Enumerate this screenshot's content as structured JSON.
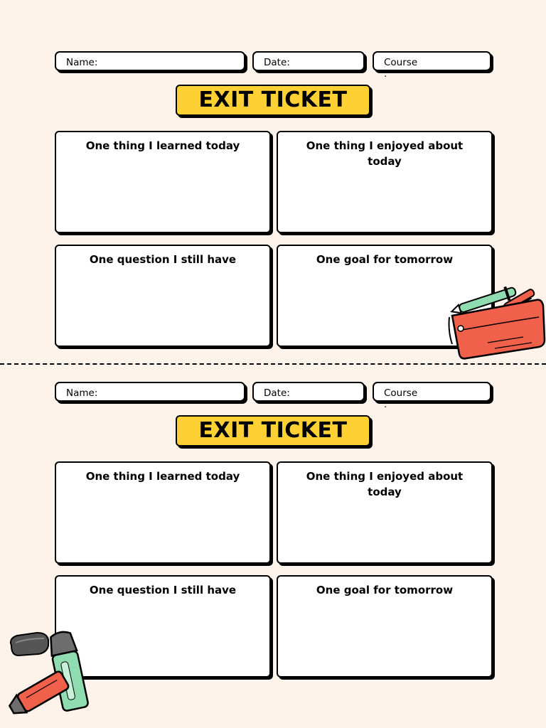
{
  "ticket": {
    "name_label": "Name:",
    "date_label": "Date:",
    "course_label": "Course",
    "course_colon": ":",
    "title": "EXIT TICKET",
    "prompts": [
      "One thing I learned today",
      "One thing I enjoyed about today",
      "One question I still have",
      "One goal for tomorrow"
    ]
  },
  "colors": {
    "background": "#fdf3ea",
    "title_fill": "#fdd133",
    "pouch_red": "#f0604a",
    "marker_green": "#8fdcb0",
    "marker_gray": "#6d6d6d"
  },
  "icons": {
    "top": "pencil-pouch-icon",
    "bottom": "markers-and-eraser-icon"
  }
}
